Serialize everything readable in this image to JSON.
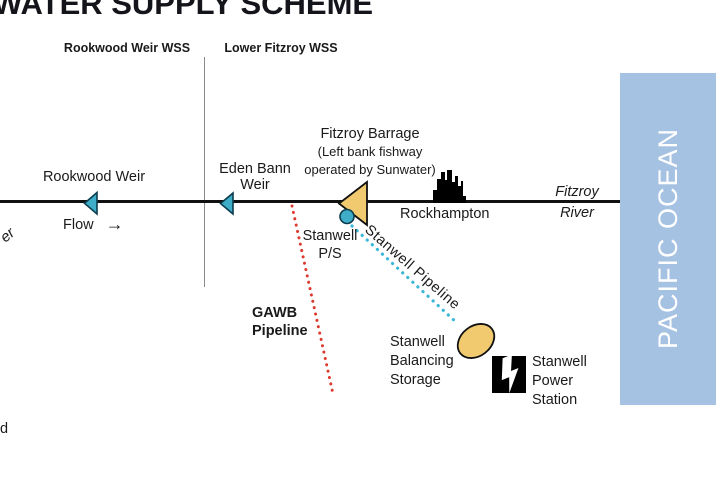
{
  "title": "WATER SUPPLY SCHEME",
  "regions": {
    "left_label": "Rookwood Weir WSS",
    "right_label": "Lower Fitzroy WSS"
  },
  "river": {
    "name_line1": "Fitzroy",
    "name_line2": "River",
    "flow_label": "Flow",
    "flow_arrow": "→"
  },
  "features": {
    "rookwood_weir": {
      "label": "Rookwood Weir"
    },
    "eden_bann_weir": {
      "line1": "Eden Bann",
      "line2": "Weir"
    },
    "fitzroy_barrage": {
      "name": "Fitzroy Barrage",
      "note_line1": "(Left bank fishway",
      "note_line2": "operated by Sunwater)"
    },
    "rockhampton": {
      "label": "Rockhampton"
    },
    "stanwell_ps": {
      "line1": "Stanwell",
      "line2": "P/S"
    },
    "stanwell_pipeline": {
      "label": "Stanwell Pipeline"
    },
    "gawb_pipeline": {
      "line1": "GAWB",
      "line2": "Pipeline"
    },
    "stanwell_balancing_storage": {
      "line1": "Stanwell",
      "line2": "Balancing",
      "line3": "Storage"
    },
    "stanwell_power_station": {
      "line1": "Stanwell",
      "line2": "Power",
      "line3": "Station"
    }
  },
  "ocean": {
    "label": "PACIFIC OCEAN"
  },
  "fragments": {
    "left_edge": "er",
    "bottom_left": "d"
  },
  "colors": {
    "teal": "#3FACC8",
    "tan": "#F1CA70",
    "red": "#DC3A2E",
    "pipe_blue": "#3BB7D8",
    "ocean_blue": "#A6C2E3"
  }
}
